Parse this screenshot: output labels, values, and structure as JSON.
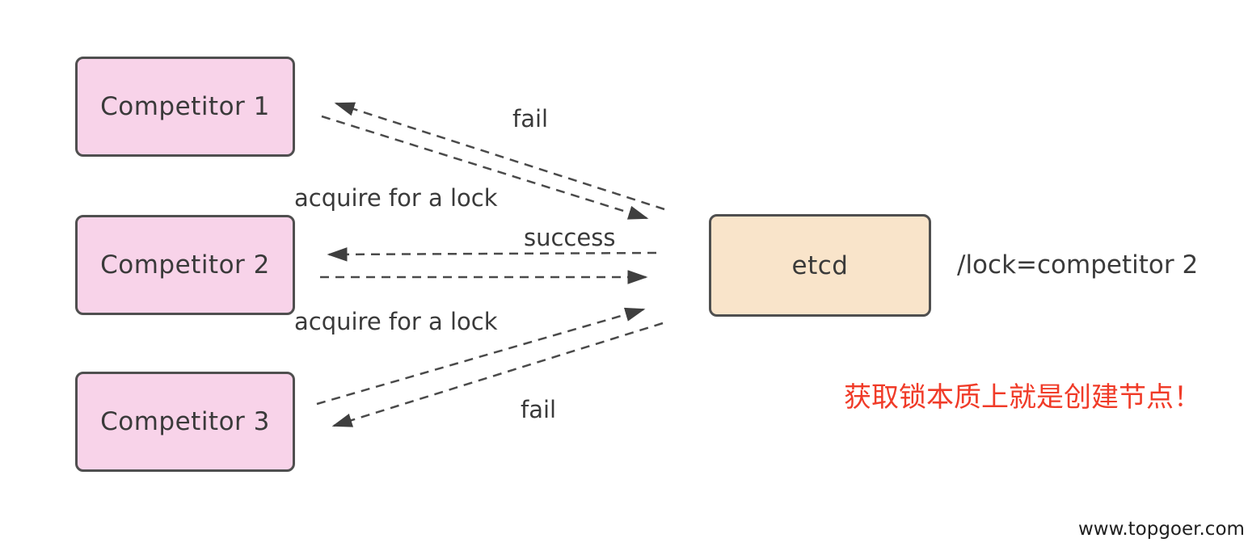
{
  "diagram": {
    "type": "lock-acquisition-sequence",
    "nodes": {
      "competitor1": {
        "label": "Competitor 1"
      },
      "competitor2": {
        "label": "Competitor 2"
      },
      "competitor3": {
        "label": "Competitor 3"
      },
      "etcd": {
        "label": "etcd"
      }
    },
    "edges": [
      {
        "from": "competitor1",
        "to": "etcd",
        "label": "",
        "style": "dashed"
      },
      {
        "from": "etcd",
        "to": "competitor1",
        "label": "fail",
        "style": "dashed"
      },
      {
        "from": "competitor2",
        "to": "etcd",
        "label": "acquire for a lock",
        "style": "dashed"
      },
      {
        "from": "etcd",
        "to": "competitor2",
        "label": "success",
        "style": "dashed"
      },
      {
        "from": "competitor3",
        "to": "etcd",
        "label": "acquire for a lock",
        "style": "dashed"
      },
      {
        "from": "etcd",
        "to": "competitor3",
        "label": "fail",
        "style": "dashed"
      }
    ]
  },
  "annotations": {
    "lock_value": "/lock=competitor 2",
    "note": "获取锁本质上就是创建节点！"
  },
  "colors": {
    "competitor_fill": "#f8d3e9",
    "etcd_fill": "#f9e4ca",
    "border": "#4f4f4f",
    "arrow": "#474747",
    "text": "#3a3a3a",
    "note_red": "#f03b28"
  },
  "watermark": {
    "text": "www.topgoer.com"
  }
}
